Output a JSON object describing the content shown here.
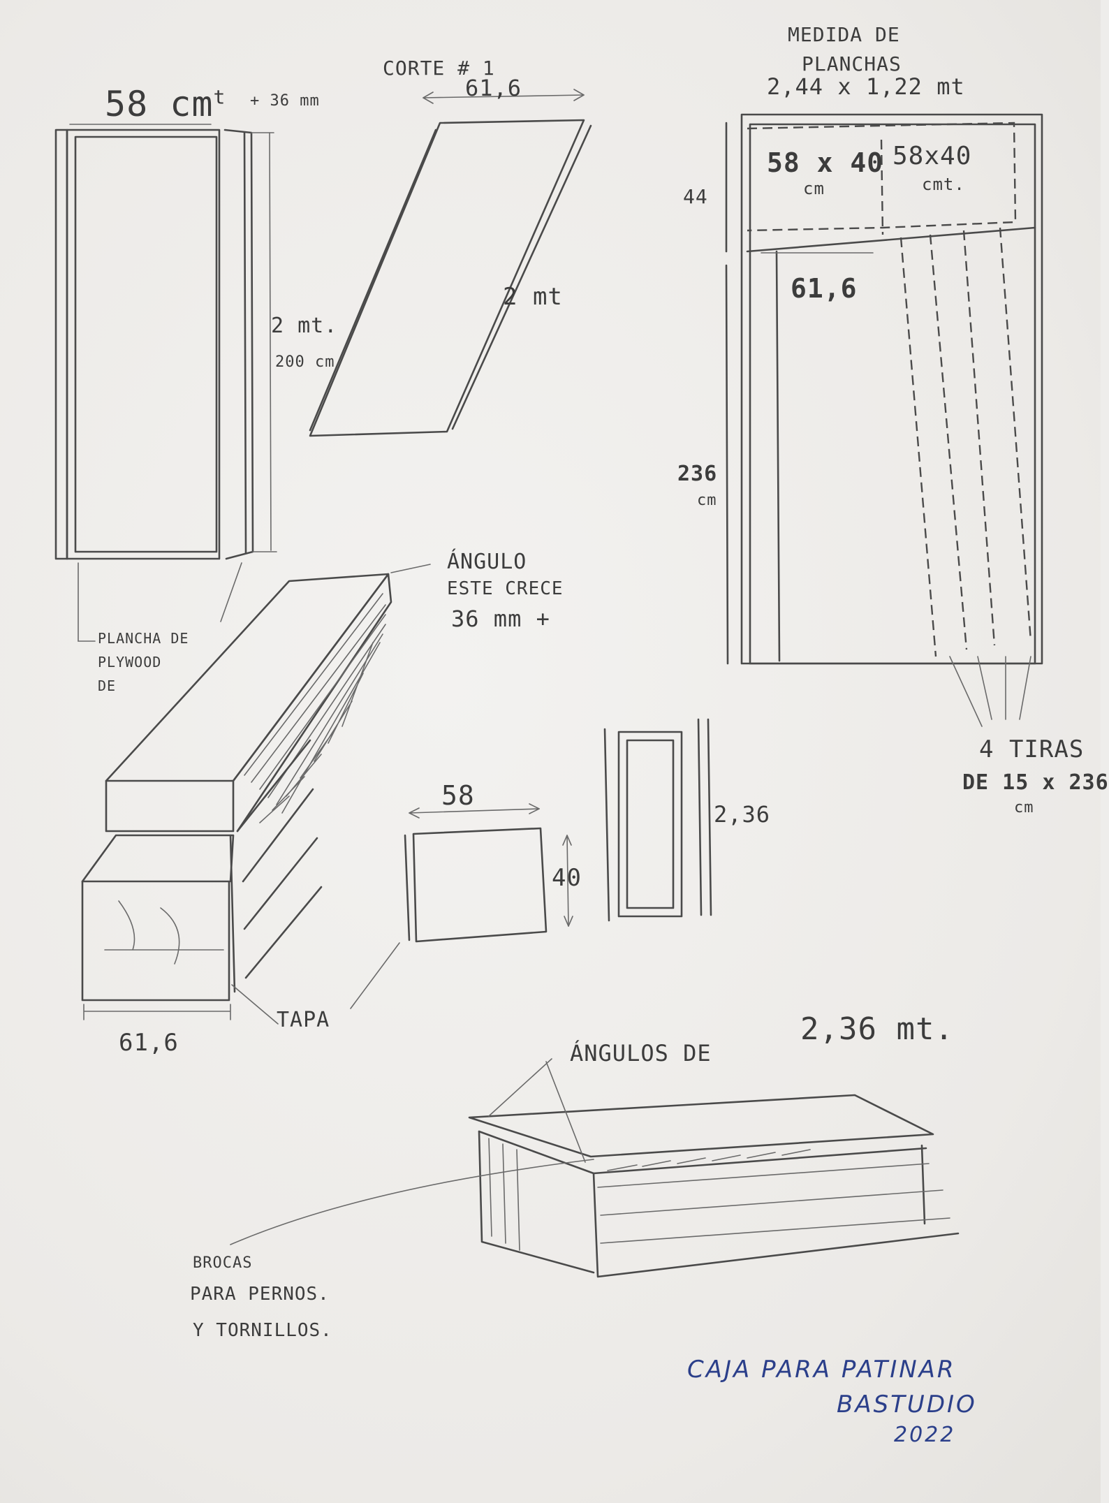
{
  "sketch": {
    "top_left": {
      "width_label": "58 cm",
      "width_sup": "t",
      "extra_label": "+ 36 mm",
      "height_label_1": "2 mt.",
      "height_label_2": "200 cm",
      "plywood_note_1": "PLANCHA DE",
      "plywood_note_2": "PLYWOOD",
      "plywood_note_3": "DE"
    },
    "cut": {
      "title": "CORTE # 1",
      "width_label": "61,6",
      "length_label": "2 mt"
    },
    "sheet_layout": {
      "title_1": "MEDIDA DE",
      "title_2": "PLANCHAS",
      "title_3": "2,44 x 1,22 mt",
      "piece_a": "58 x 40",
      "piece_a_unit": "cm",
      "piece_b": "58x40",
      "piece_b_unit": "cmt.",
      "top_height": "44",
      "panel_width": "61,6",
      "panel_height": "236",
      "panel_height_unit": "cm",
      "strips_1": "4 TIRAS",
      "strips_2": "DE 15 x 236",
      "strips_3": "cm"
    },
    "box": {
      "angle_note_1": "ÁNGULO",
      "angle_note_2": "ESTE CRECE",
      "angle_note_3": "36 mm +",
      "lid_label": "TAPA",
      "bottom_width": "61,6"
    },
    "lid_piece": {
      "width": "58",
      "height": "40"
    },
    "side_piece": {
      "height": "2,36"
    },
    "bottom_box": {
      "angle_label": "ÁNGULOS DE",
      "angle_value": "2,36 mt.",
      "screws_1": "BROCAS",
      "screws_2": "PARA PERNOS.",
      "screws_3": "Y TORNILLOS."
    },
    "signature": {
      "line_1": "CAJA PARA PATINAR",
      "line_2": "BASTUDIO",
      "line_3": "2022"
    }
  },
  "colors": {
    "pencil": "#4a4a4a",
    "ink_blue": "#2b3f8a",
    "paper": "#eeedeb"
  }
}
